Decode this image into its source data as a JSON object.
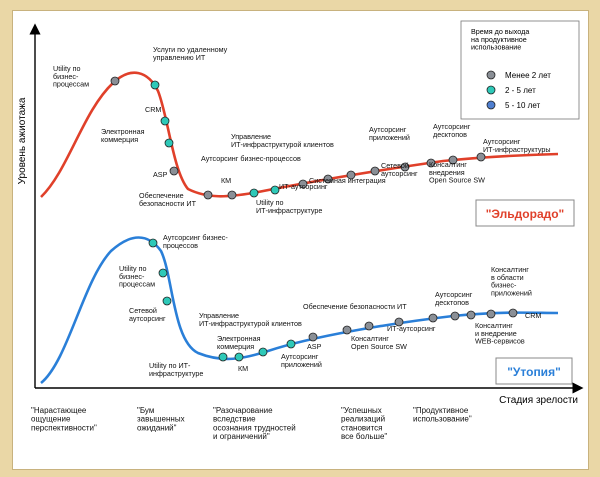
{
  "axes": {
    "y_label": "Уровень ажиотажа",
    "x_label": "Стадия зрелости"
  },
  "legend": {
    "title": [
      "Время до выхода",
      "на продуктивное",
      "использование"
    ],
    "items": [
      {
        "label": "Менее 2 лет",
        "color": "#8a8f96"
      },
      {
        "label": "2 - 5 лет",
        "color": "#2ec9b8"
      },
      {
        "label": "5 - 10 лет",
        "color": "#4f7fd0"
      }
    ]
  },
  "scenarios": {
    "eldorado": {
      "label": "\"Эльдорадо\"",
      "color": "#e0402a"
    },
    "utopia": {
      "label": "\"Утопия\"",
      "color": "#2a7fd8"
    }
  },
  "eldorado_labels": [
    [
      "Utility по",
      "бизнес-",
      "процессам"
    ],
    [
      "Услуги по удаленному",
      "управлению ИТ"
    ],
    [
      "CRM"
    ],
    [
      "Электронная",
      "коммерция"
    ],
    [
      "ASP"
    ],
    [
      "Обеспечение",
      "безопасности ИТ"
    ],
    [
      "КМ"
    ],
    [
      "Utility по",
      "ИТ-инфраструктуре"
    ],
    [
      "ИТ-аутсорсинг"
    ],
    [
      "Аутсорсинг бизнес-процессов"
    ],
    [
      "Управление",
      "ИТ-инфраструктурой клиентов"
    ],
    [
      "Системная интеграция"
    ],
    [
      "Сетевой",
      "аутсорсинг"
    ],
    [
      "Аутсорсинг",
      "приложений"
    ],
    [
      "Консалтинг",
      "внедрения",
      "Open Source SW"
    ],
    [
      "Аутсорсинг",
      "десктопов"
    ],
    [
      "Аутсорсинг",
      "ИТ-инфраструктуры"
    ]
  ],
  "utopia_labels": [
    [
      "Аутсорсинг бизнес-",
      "процессов"
    ],
    [
      "Utility по",
      "бизнес-",
      "процессам"
    ],
    [
      "Сетевой",
      "аутсорсинг"
    ],
    [
      "Utility по ИТ-",
      "инфраструктуре"
    ],
    [
      "КМ"
    ],
    [
      "Электронная",
      "коммерция"
    ],
    [
      "Управление",
      "ИТ-инфраструктурой клиентов"
    ],
    [
      "ASP"
    ],
    [
      "Аутсорсинг",
      "приложений"
    ],
    [
      "Консалтинг",
      "Open Source SW"
    ],
    [
      "Обеспечение безопасности ИТ"
    ],
    [
      "ИТ-аутсорсинг"
    ],
    [
      "Аутсорсинг",
      "десктопов"
    ],
    [
      "Консалтинг",
      "в области",
      "бизнес-",
      "приложений"
    ],
    [
      "CRM"
    ],
    [
      "Консалтинг",
      "и внедрение",
      "WEB-сервисов"
    ]
  ],
  "phases": [
    [
      "\"Нарастающее",
      "ощущение",
      "перспективности\""
    ],
    [
      "\"Бум",
      "завышенных",
      "ожиданий\""
    ],
    [
      "\"Разочарование",
      "вследствие",
      "осознания трудностей",
      "и ограничений\""
    ],
    [
      "\"Успешных",
      "реализаций",
      "становится",
      "все больше\""
    ],
    [
      "\"Продуктивное",
      "использование\""
    ]
  ]
}
